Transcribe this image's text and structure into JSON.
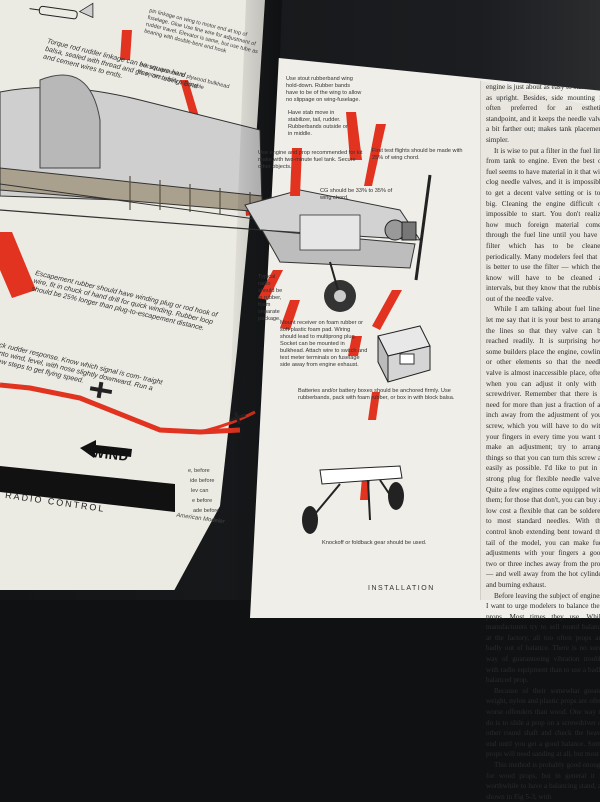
{
  "left_page": {
    "top_caption": "pin linkage on wing to motor end at top of fuselage. Glue Use fine wire for adjustment of rudder travel. Elevator is same, but use tube as bearing with double-bent end hook",
    "torque_rod_caption": "Torque rod rudder linkage can be square hard balsa, sealed with thread and glue, on tubing. Bind and cement wires to ends.",
    "bolt_caption": "Bolt escapement to plywood bulkhead for secure, easily adjustable",
    "escapement_caption": "Escapement rubber should have winding plug or rod hook of wire, fit in chuck of hand drill for quick winding. Rubber loop should be 25% longer than plug-to-escapement distance.",
    "rudder_response_caption": "ck rudder response. Know which signal is com- traight into wind, level, with nose slightly downward. Run a few steps to get flying speed.",
    "wind_label": "WIND",
    "side_notes": [
      "e, before",
      "ide before",
      "lev can",
      "e before",
      "ade before"
    ],
    "footer": "RADIO CONTROL",
    "credit": "American Modeler"
  },
  "right_page": {
    "caps": {
      "rubber_band": "Use stout rubberband wing hold-down. Rubber bands have to be of the wing to allow no slippage on wing-fuselage.",
      "stab": "Have stab move in stabilizer, tail, rudder. Rubberbands outside or in middle.",
      "engine": "Use engine and prop recommended for kit make with two-minute fuel tank. Secure other objects.",
      "test_flight": "First test flights should be made with 25% of wing chord.",
      "cg": "CG should be 33% to 35% of wing chord.",
      "typical": "Typical radio should be in rubber, foam separate package.",
      "mount_receiver": "Mount receiver on foam rubber or soft plastic foam pad. Wiring should lead to multiprong plug. Socket can be mounted in bulkhead. Attach wire to switch and test meter terminals on fuselage side away from engine exhaust.",
      "batteries": "Batteries and/or battery boxes should be anchored firmly. Use rubberbands, pack with foam rubber, or box in with block balsa.",
      "gear": "Knockoff or foldback gear should be used."
    },
    "footer": "INSTALLATION"
  },
  "text_column": {
    "paragraphs": [
      "engine is just about as easy to start and it as upright. Besides, side mounting is often preferred for an esthetic standpoint, and it keeps the needle valve a bit farther out; makes tank placement simpler.",
      "It is wise to put a filter in the fuel line from tank to engine. Even the best of fuel seems to have material in it that will clog needle valves, and it is impossible to get a decent valve setting or is too big. Cleaning the engine difficult or impossible to start. You don't realize how much foreign material comes through the fuel line until you have a filter which has to be cleaned periodically. Many modelers feel that it is better to use the filter — which they know will have to be cleaned at intervals, but they know that the rubbish out of the needle valve.",
      "While I am talking about fuel lines, let me say that it is your best to arrange the lines so that they valve can be reached readily. It is surprising how some builders place the engine, cowling or other elements so that the needle valve is almost inaccessible place, often when you can adjust it only with a screwdriver. Remember that there is a need for more than just a fraction of an inch away from the adjustment of your screw, which you will have to do with your fingers in every time you want to make an adjustment; try to arrange things so that you can turn this screw as easily as possible. I'd like to put in a strong plug for flexible needle valves. Quite a few engines come equipped with them; for those that don't, you can buy at low cost a flexible that can be soldered to most standard needles. With the control knob extending bent toward the tail of the model, you can make fuel adjustments with your fingers a good two or three inches away from the prop — and well away from the hot cylinder and burning exhaust.",
      "Before leaving the subject of engines, I want to urge modelers to balance their props. Most times they use. While manufacturers try to sell round balance at the factory, all too often props are badly out of balance. There is no surer way of guaranteeing vibration trouble with radio equipment than to use a badly balanced prop.",
      "Because of their somewhat greater weight, nylon and plastic props are often worse offenders than wood. One way to do is to slide a prop on a screwdriver or other round shaft and check the heavy end until you get a good balance. Some props will need sanding at all, but most",
      "This method is probably good enough for wood props, but in general it is worthwhile to have a balancing stand, as shown in Fig 5-3, with"
    ]
  },
  "colors": {
    "accent_red": "#e1331f",
    "page": "#efeee8",
    "ink": "#222222"
  }
}
